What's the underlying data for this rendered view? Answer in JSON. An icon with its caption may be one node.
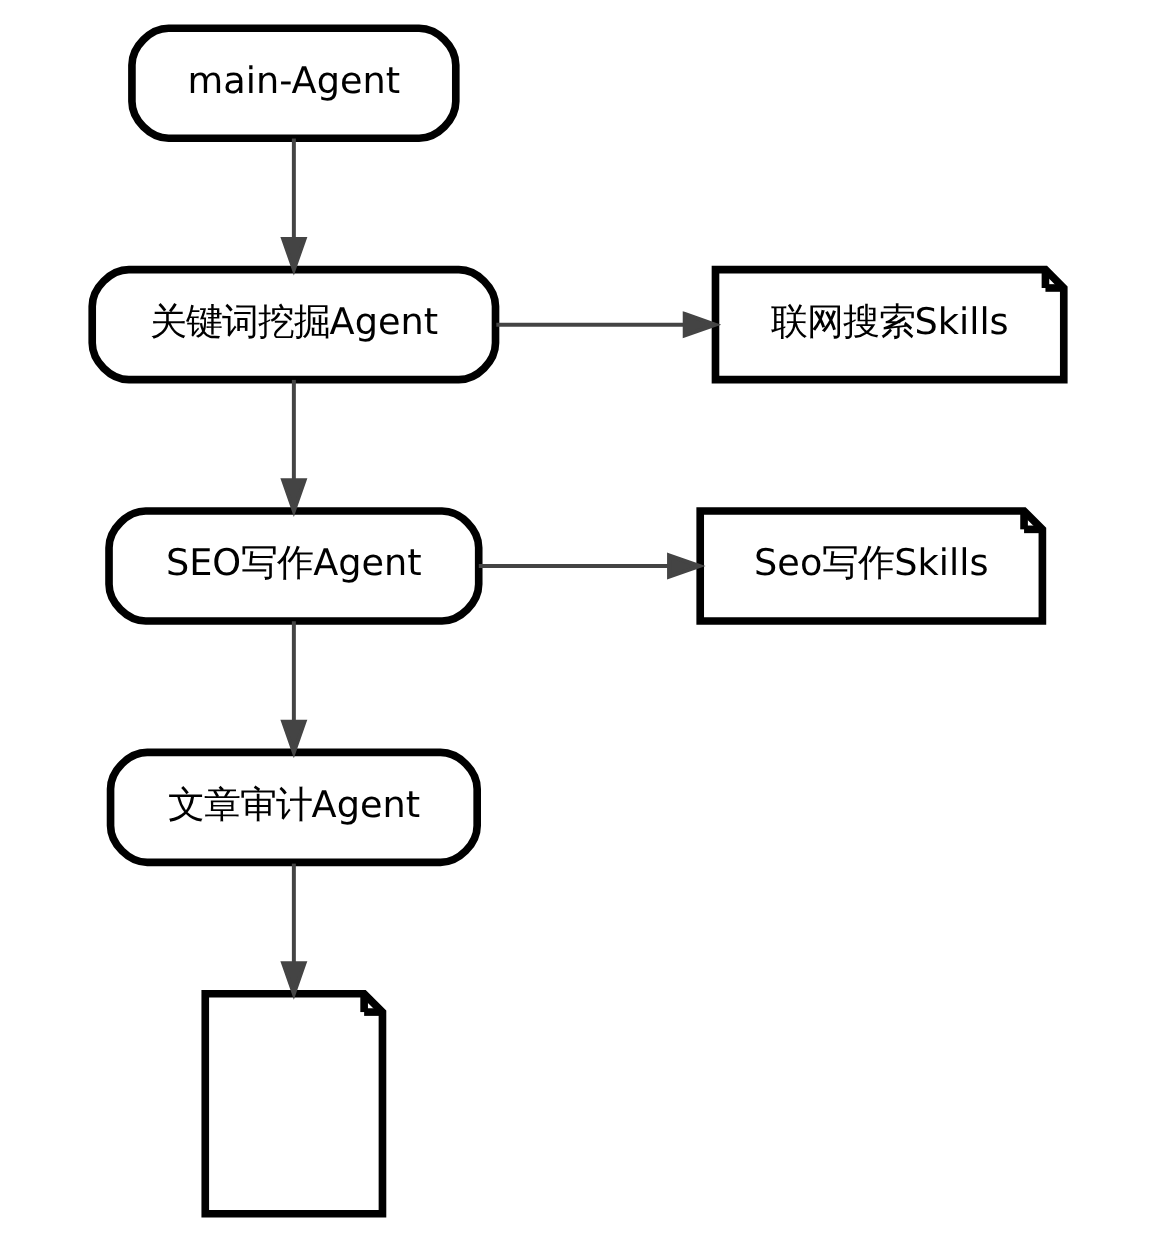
{
  "diagram": {
    "nodes": [
      {
        "text": [
          "main-Agent"
        ]
      },
      {
        "text": [
          "关键词挖掘Agent"
        ]
      },
      {
        "text": [
          "联网搜索Skills"
        ]
      },
      {
        "text": [
          "SEO写作Agent"
        ]
      },
      {
        "text": [
          "Seo写作Skills"
        ]
      },
      {
        "text": [
          "文章审计Agent"
        ]
      },
      {
        "text": [],
        "shape": "document"
      }
    ],
    "edges": [
      {
        "from": 0,
        "to": 1,
        "arrow": "to"
      },
      {
        "from": 1,
        "to": 2,
        "arrow": "to"
      },
      {
        "from": 1,
        "to": 3,
        "arrow": "to"
      },
      {
        "from": 3,
        "to": 4,
        "arrow": "to"
      },
      {
        "from": 3,
        "to": 5,
        "arrow": "to"
      },
      {
        "from": 5,
        "to": 6,
        "arrow": "to"
      }
    ]
  }
}
